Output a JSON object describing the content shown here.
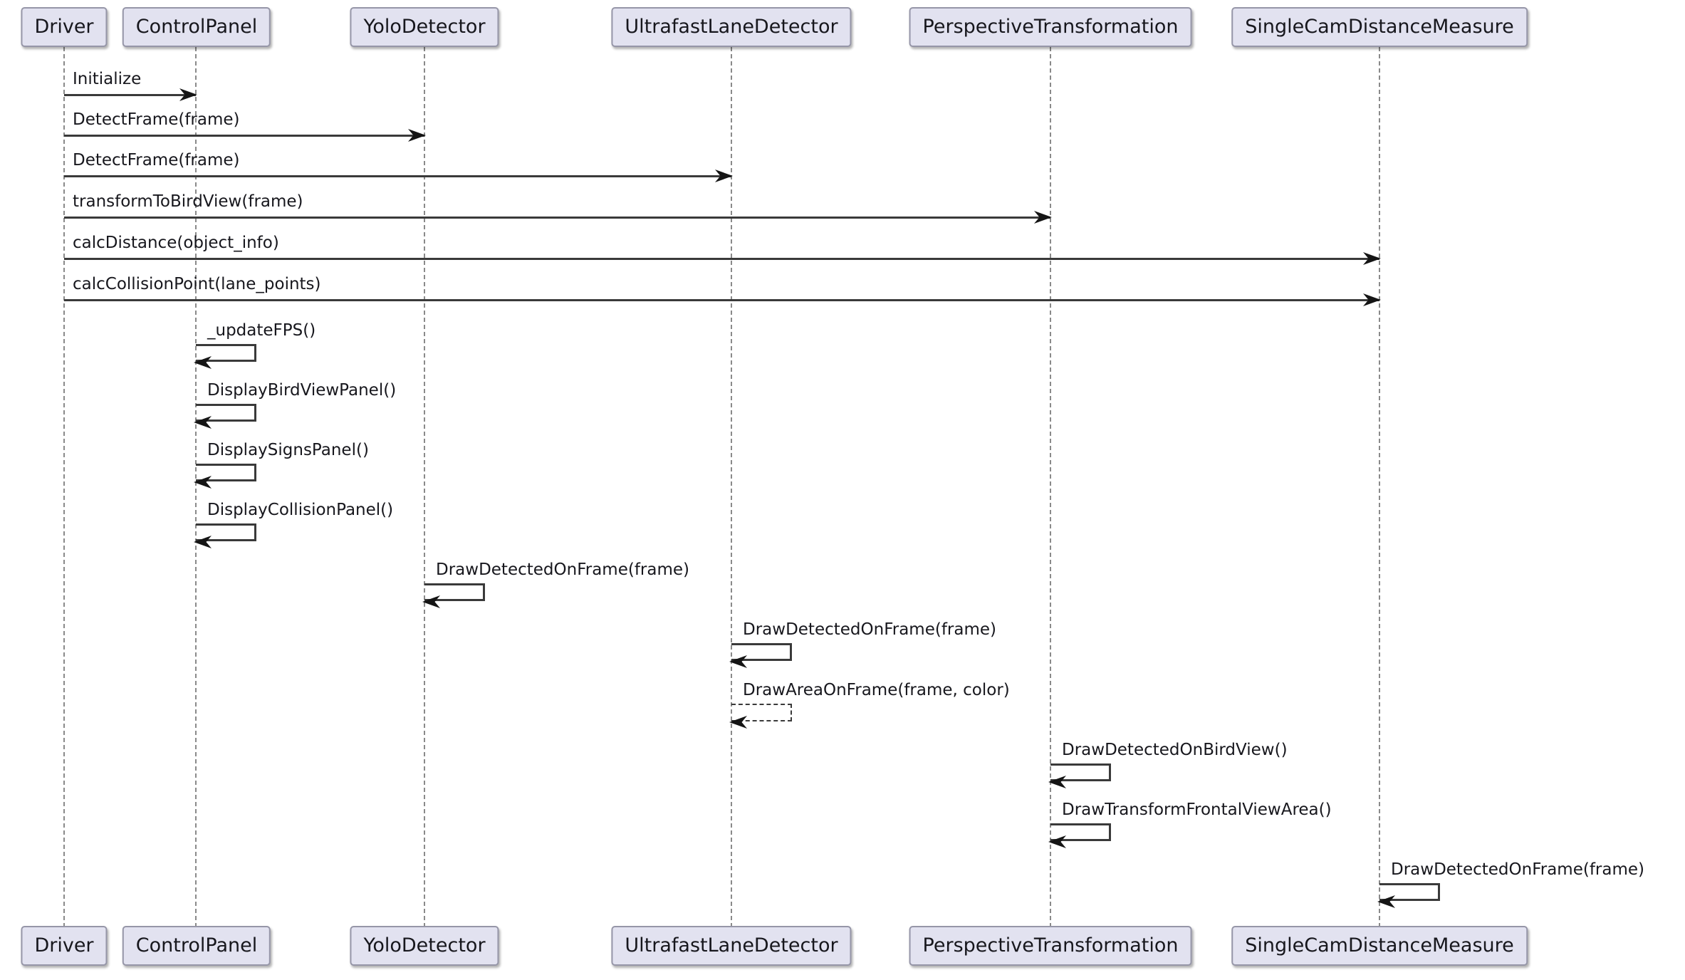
{
  "diagram": {
    "kind": "uml-sequence-diagram",
    "background": "#FFFFFF"
  },
  "colors": {
    "participant_fill": "#E2E2F0",
    "participant_border": "#9696A8",
    "arrow_line": "#3A3A3A",
    "arrow_head": "#151515",
    "lifeline": "#8A8A8A",
    "text": "#17171D"
  },
  "participants": [
    {
      "name": "Driver"
    },
    {
      "name": "ControlPanel"
    },
    {
      "name": "YoloDetector"
    },
    {
      "name": "UltrafastLaneDetector"
    },
    {
      "name": "PerspectiveTransformation"
    },
    {
      "name": "SingleCamDistanceMeasure"
    }
  ],
  "messages": [
    {
      "from": "Driver",
      "to": "ControlPanel",
      "label": "Initialize",
      "kind": "call",
      "line": "solid"
    },
    {
      "from": "Driver",
      "to": "YoloDetector",
      "label": "DetectFrame(frame)",
      "kind": "call",
      "line": "solid"
    },
    {
      "from": "Driver",
      "to": "UltrafastLaneDetector",
      "label": "DetectFrame(frame)",
      "kind": "call",
      "line": "solid"
    },
    {
      "from": "Driver",
      "to": "PerspectiveTransformation",
      "label": "transformToBirdView(frame)",
      "kind": "call",
      "line": "solid"
    },
    {
      "from": "Driver",
      "to": "SingleCamDistanceMeasure",
      "label": "calcDistance(object_info)",
      "kind": "call",
      "line": "solid"
    },
    {
      "from": "Driver",
      "to": "SingleCamDistanceMeasure",
      "label": "calcCollisionPoint(lane_points)",
      "kind": "call",
      "line": "solid"
    },
    {
      "from": "ControlPanel",
      "to": "ControlPanel",
      "label": "_updateFPS()",
      "kind": "self",
      "line": "solid"
    },
    {
      "from": "ControlPanel",
      "to": "ControlPanel",
      "label": "DisplayBirdViewPanel()",
      "kind": "self",
      "line": "solid"
    },
    {
      "from": "ControlPanel",
      "to": "ControlPanel",
      "label": "DisplaySignsPanel()",
      "kind": "self",
      "line": "solid"
    },
    {
      "from": "ControlPanel",
      "to": "ControlPanel",
      "label": "DisplayCollisionPanel()",
      "kind": "self",
      "line": "solid"
    },
    {
      "from": "YoloDetector",
      "to": "YoloDetector",
      "label": "DrawDetectedOnFrame(frame)",
      "kind": "self",
      "line": "solid"
    },
    {
      "from": "UltrafastLaneDetector",
      "to": "UltrafastLaneDetector",
      "label": "DrawDetectedOnFrame(frame)",
      "kind": "self",
      "line": "solid"
    },
    {
      "from": "UltrafastLaneDetector",
      "to": "UltrafastLaneDetector",
      "label": "DrawAreaOnFrame(frame, color)",
      "kind": "self",
      "line": "dashed"
    },
    {
      "from": "PerspectiveTransformation",
      "to": "PerspectiveTransformation",
      "label": "DrawDetectedOnBirdView()",
      "kind": "self",
      "line": "solid"
    },
    {
      "from": "PerspectiveTransformation",
      "to": "PerspectiveTransformation",
      "label": "DrawTransformFrontalViewArea()",
      "kind": "self",
      "line": "solid"
    },
    {
      "from": "SingleCamDistanceMeasure",
      "to": "SingleCamDistanceMeasure",
      "label": "DrawDetectedOnFrame(frame)",
      "kind": "self",
      "line": "solid"
    }
  ]
}
